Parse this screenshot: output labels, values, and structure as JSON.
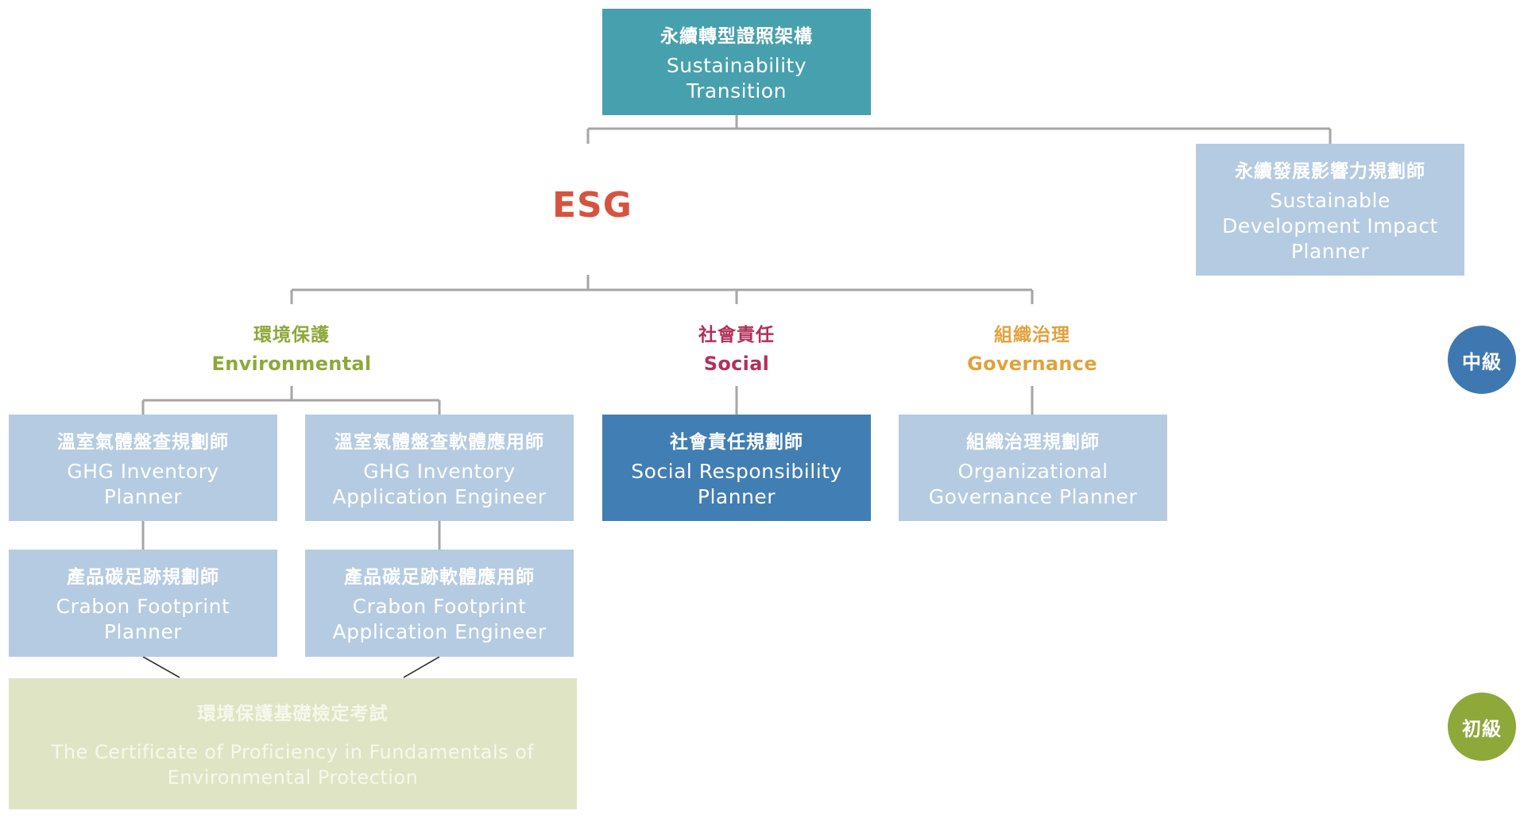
{
  "root": {
    "zh": "永續轉型證照架構",
    "en": "Sustainability\nTransition"
  },
  "esg": {
    "label": "ESG",
    "color": "#d8533f"
  },
  "impact": {
    "zh": "永續發展影響力規劃師",
    "en": "Sustainable\nDevelopment Impact\nPlanner"
  },
  "pillars": {
    "environmental": {
      "zh": "環境保護",
      "en": "Environmental",
      "color": "#8ea83a"
    },
    "social": {
      "zh": "社會責任",
      "en": "Social",
      "color": "#b2305a"
    },
    "governance": {
      "zh": "組織治理",
      "en": "Governance",
      "color": "#e1a23b"
    }
  },
  "boxes": {
    "ghg_planner": {
      "zh": "溫室氣體盤查規劃師",
      "en": "GHG Inventory\nPlanner"
    },
    "ghg_engineer": {
      "zh": "溫室氣體盤查軟體應用師",
      "en": "GHG Inventory\nApplication Engineer"
    },
    "social_planner": {
      "zh": "社會責任規劃師",
      "en": "Social Responsibility\nPlanner"
    },
    "governance_planner": {
      "zh": "組織治理規劃師",
      "en": "Organizational\nGovernance Planner"
    },
    "carbon_planner": {
      "zh": "產品碳足跡規劃師",
      "en": "Crabon Footprint\nPlanner"
    },
    "carbon_engineer": {
      "zh": "產品碳足跡軟體應用師",
      "en": "Crabon Footprint\nApplication Engineer"
    },
    "foundation_exam": {
      "zh": "環境保護基礎檢定考試",
      "en": "The Certificate of Proficiency in Fundamentals of\nEnvironmental Protection"
    }
  },
  "levels": {
    "intermediate": {
      "label": "中級",
      "color": "#3f78b1"
    },
    "beginner": {
      "label": "初級",
      "color": "#8ea83a"
    }
  }
}
